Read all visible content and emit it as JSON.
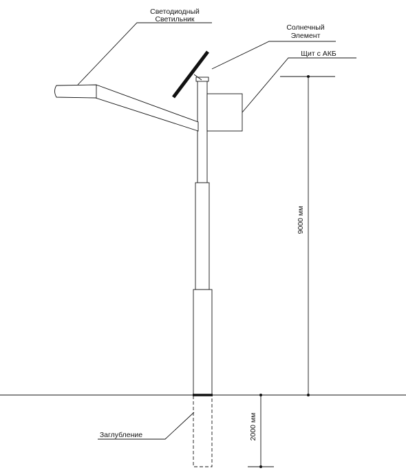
{
  "labels": {
    "lamp_line1": "Светодиодный",
    "lamp_line2": "Светильник",
    "solar_line1": "Солнечный",
    "solar_line2": "Элемент",
    "battery": "Щит с АКБ",
    "depth": "Заглубление"
  },
  "dimensions": {
    "height": "9000 мм",
    "depth": "2000 мм"
  },
  "colors": {
    "line": "#111111",
    "background": "#ffffff"
  }
}
